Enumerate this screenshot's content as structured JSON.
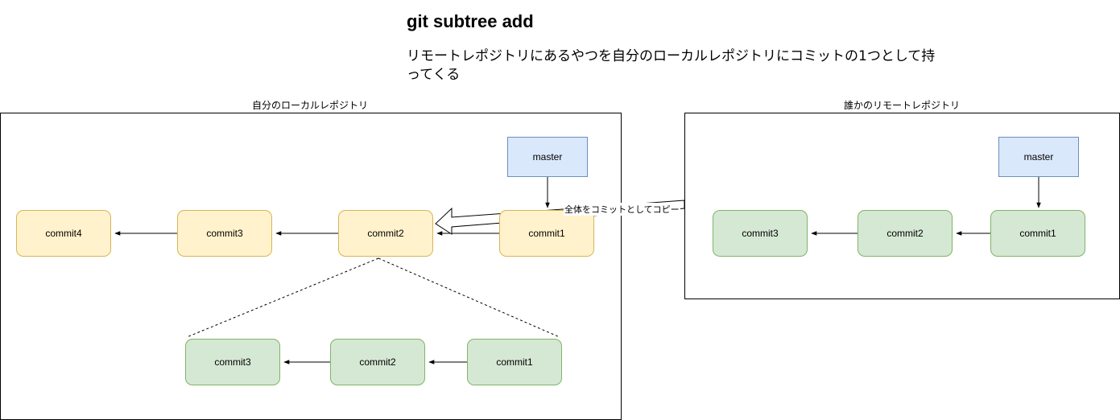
{
  "title": "git subtree add",
  "description": "リモートレポジトリにあるやつを自分のローカルレポジトリにコミットの1つとして持ってくる",
  "local_repo": {
    "label": "自分のローカルレポジトリ",
    "branch": "master",
    "commits": [
      "commit4",
      "commit3",
      "commit2",
      "commit1"
    ],
    "subtree_commits": [
      "commit3",
      "commit2",
      "commit1"
    ]
  },
  "remote_repo": {
    "label": "誰かのリモートレポジトリ",
    "branch": "master",
    "commits": [
      "commit3",
      "commit2",
      "commit1"
    ]
  },
  "copy_arrow_label": "全体をコミットとしてコピー",
  "colors": {
    "local_commit_fill": "#fff2cc",
    "local_commit_stroke": "#d6b656",
    "remote_commit_fill": "#d5e8d4",
    "remote_commit_stroke": "#82b366",
    "branch_fill": "#dae8fc",
    "branch_stroke": "#6c8ebf"
  }
}
